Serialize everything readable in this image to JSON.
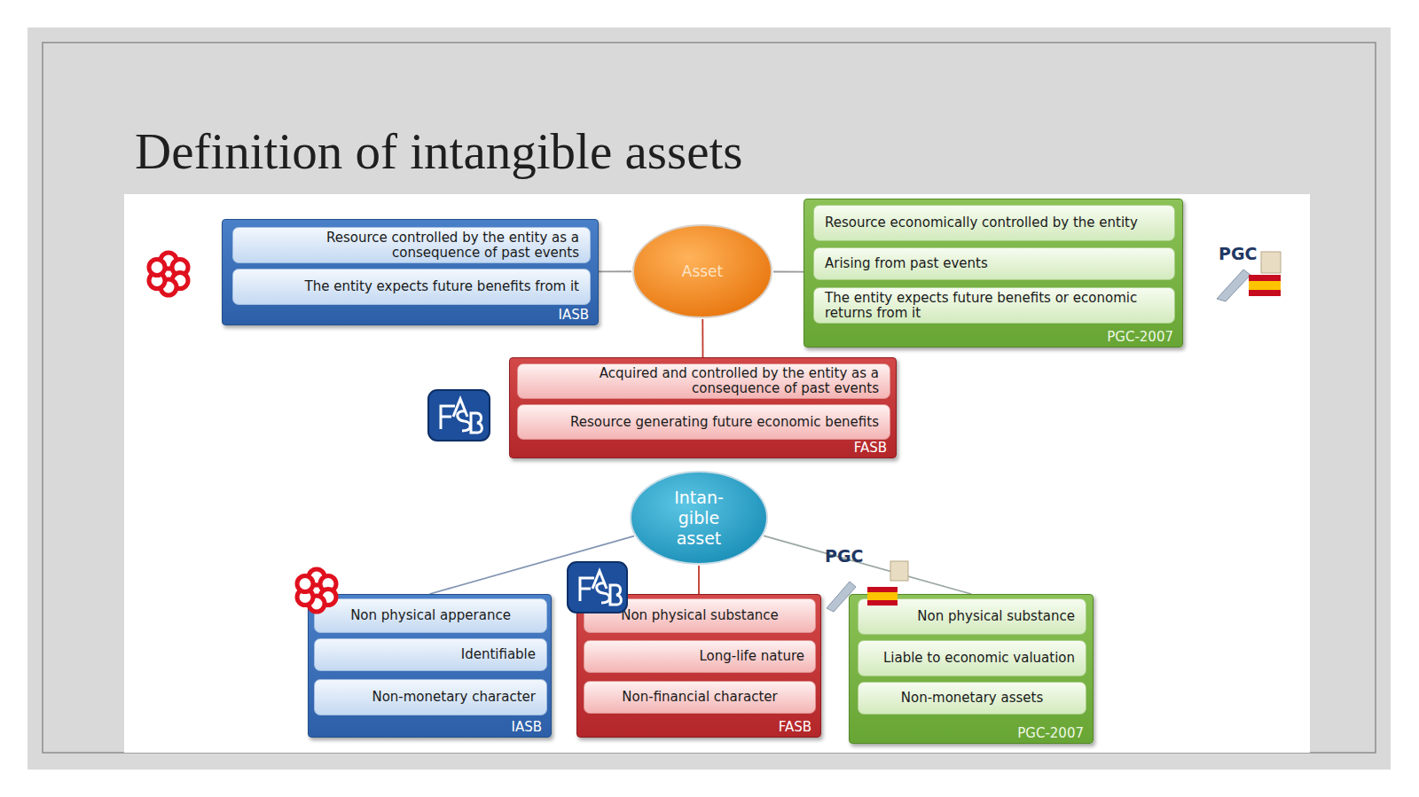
{
  "diagram": {
    "title": "Definition of intangible assets",
    "nodes": [
      {
        "text": [
          "IASB"
        ]
      },
      {
        "text": [
          "Resource controlled by the entity as a consequence of past events"
        ],
        "in": 0
      },
      {
        "text": [
          "The entity expects future benefits from it"
        ],
        "in": 0
      },
      {
        "text": [
          "Asset"
        ]
      },
      {
        "text": [
          "PGC-2007"
        ]
      },
      {
        "text": [
          "Resource economically controlled by the entity"
        ],
        "in": 4
      },
      {
        "text": [
          "Arising from past events"
        ],
        "in": 4
      },
      {
        "text": [
          "The entity expects future benefits or economic returns from it"
        ],
        "in": 4
      },
      {
        "text": [
          "FASB"
        ]
      },
      {
        "text": [
          "Acquired and controlled by the entity as a consequence of past events"
        ],
        "in": 8
      },
      {
        "text": [
          "Resource generating future economic benefits"
        ],
        "in": 8
      },
      {
        "text": [
          "Intan- gible asset"
        ]
      },
      {
        "text": [
          "IASB"
        ]
      },
      {
        "text": [
          "Non physical apperance"
        ],
        "in": 12
      },
      {
        "text": [
          "Identifiable"
        ],
        "in": 12
      },
      {
        "text": [
          "Non-monetary character"
        ],
        "in": 12
      },
      {
        "text": [
          "FASB"
        ]
      },
      {
        "text": [
          "Non physical substance"
        ],
        "in": 16
      },
      {
        "text": [
          "Long-life nature"
        ],
        "in": 16
      },
      {
        "text": [
          "Non-financial character"
        ],
        "in": 16
      },
      {
        "text": [
          "PGC-2007"
        ]
      },
      {
        "text": [
          "Non physical substance"
        ],
        "in": 20
      },
      {
        "text": [
          "Liable to economic valuation"
        ],
        "in": 20
      },
      {
        "text": [
          "Non-monetary assets"
        ],
        "in": 20
      }
    ],
    "edges": [
      {
        "from": 3,
        "to": 0,
        "arrow": "none"
      },
      {
        "from": 3,
        "to": 4,
        "arrow": "none"
      },
      {
        "from": 3,
        "to": 8,
        "arrow": "none"
      },
      {
        "from": 11,
        "to": 12,
        "arrow": "none"
      },
      {
        "from": 11,
        "to": 16,
        "arrow": "none"
      },
      {
        "from": 11,
        "to": 20,
        "arrow": "none"
      }
    ],
    "labels": [
      "PGC",
      "PGC"
    ]
  }
}
